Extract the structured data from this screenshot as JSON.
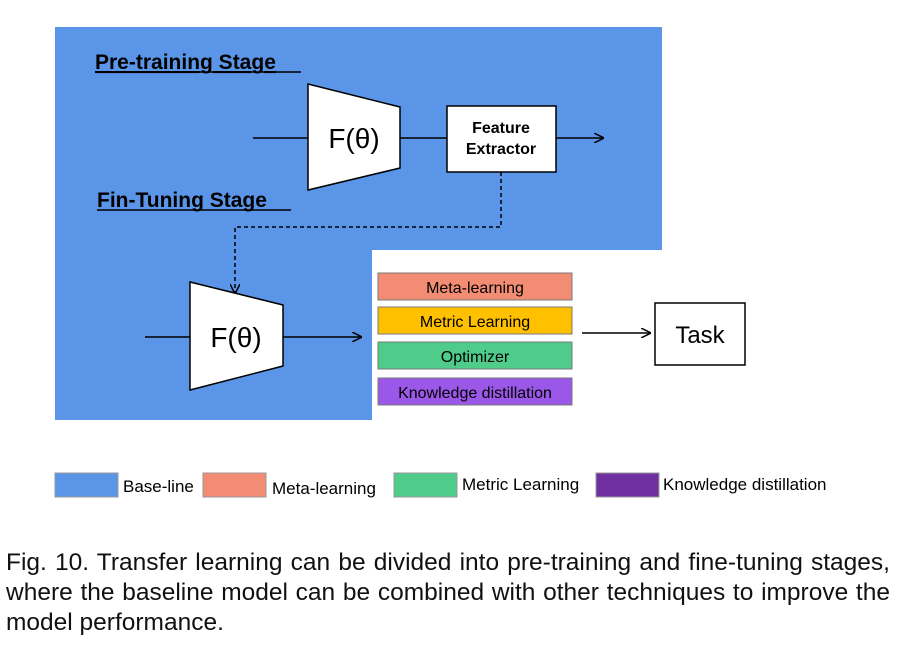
{
  "stages": {
    "pretraining_title": "Pre-training Stage",
    "finetuning_title": "Fin-Tuning Stage"
  },
  "blocks": {
    "model_top": "F(θ)",
    "model_bottom": "F(θ)",
    "feature_extractor_line1": "Feature",
    "feature_extractor_line2": "Extractor",
    "task": "Task"
  },
  "techniques": [
    {
      "label": "Meta-learning",
      "color": "#f28c73"
    },
    {
      "label": "Metric Learning",
      "color": "#ffc000"
    },
    {
      "label": "Optimizer",
      "color": "#4fcc8a"
    },
    {
      "label": "Knowledge distillation",
      "color": "#9b58e8"
    }
  ],
  "legend": [
    {
      "label": "Base-line",
      "color": "#5b95e8"
    },
    {
      "label": "Meta-learning",
      "color": "#f28c73"
    },
    {
      "label": "Metric Learning",
      "color": "#4fcc8a"
    },
    {
      "label": "Knowledge distillation",
      "color": "#7030a0"
    }
  ],
  "caption": "Fig. 10. Transfer learning can be divided into pre-training and fine-tuning stages, where the baseline model can be combined with other techniques to improve the model performance.",
  "colors": {
    "baseline_bg": "#5b95e8"
  }
}
